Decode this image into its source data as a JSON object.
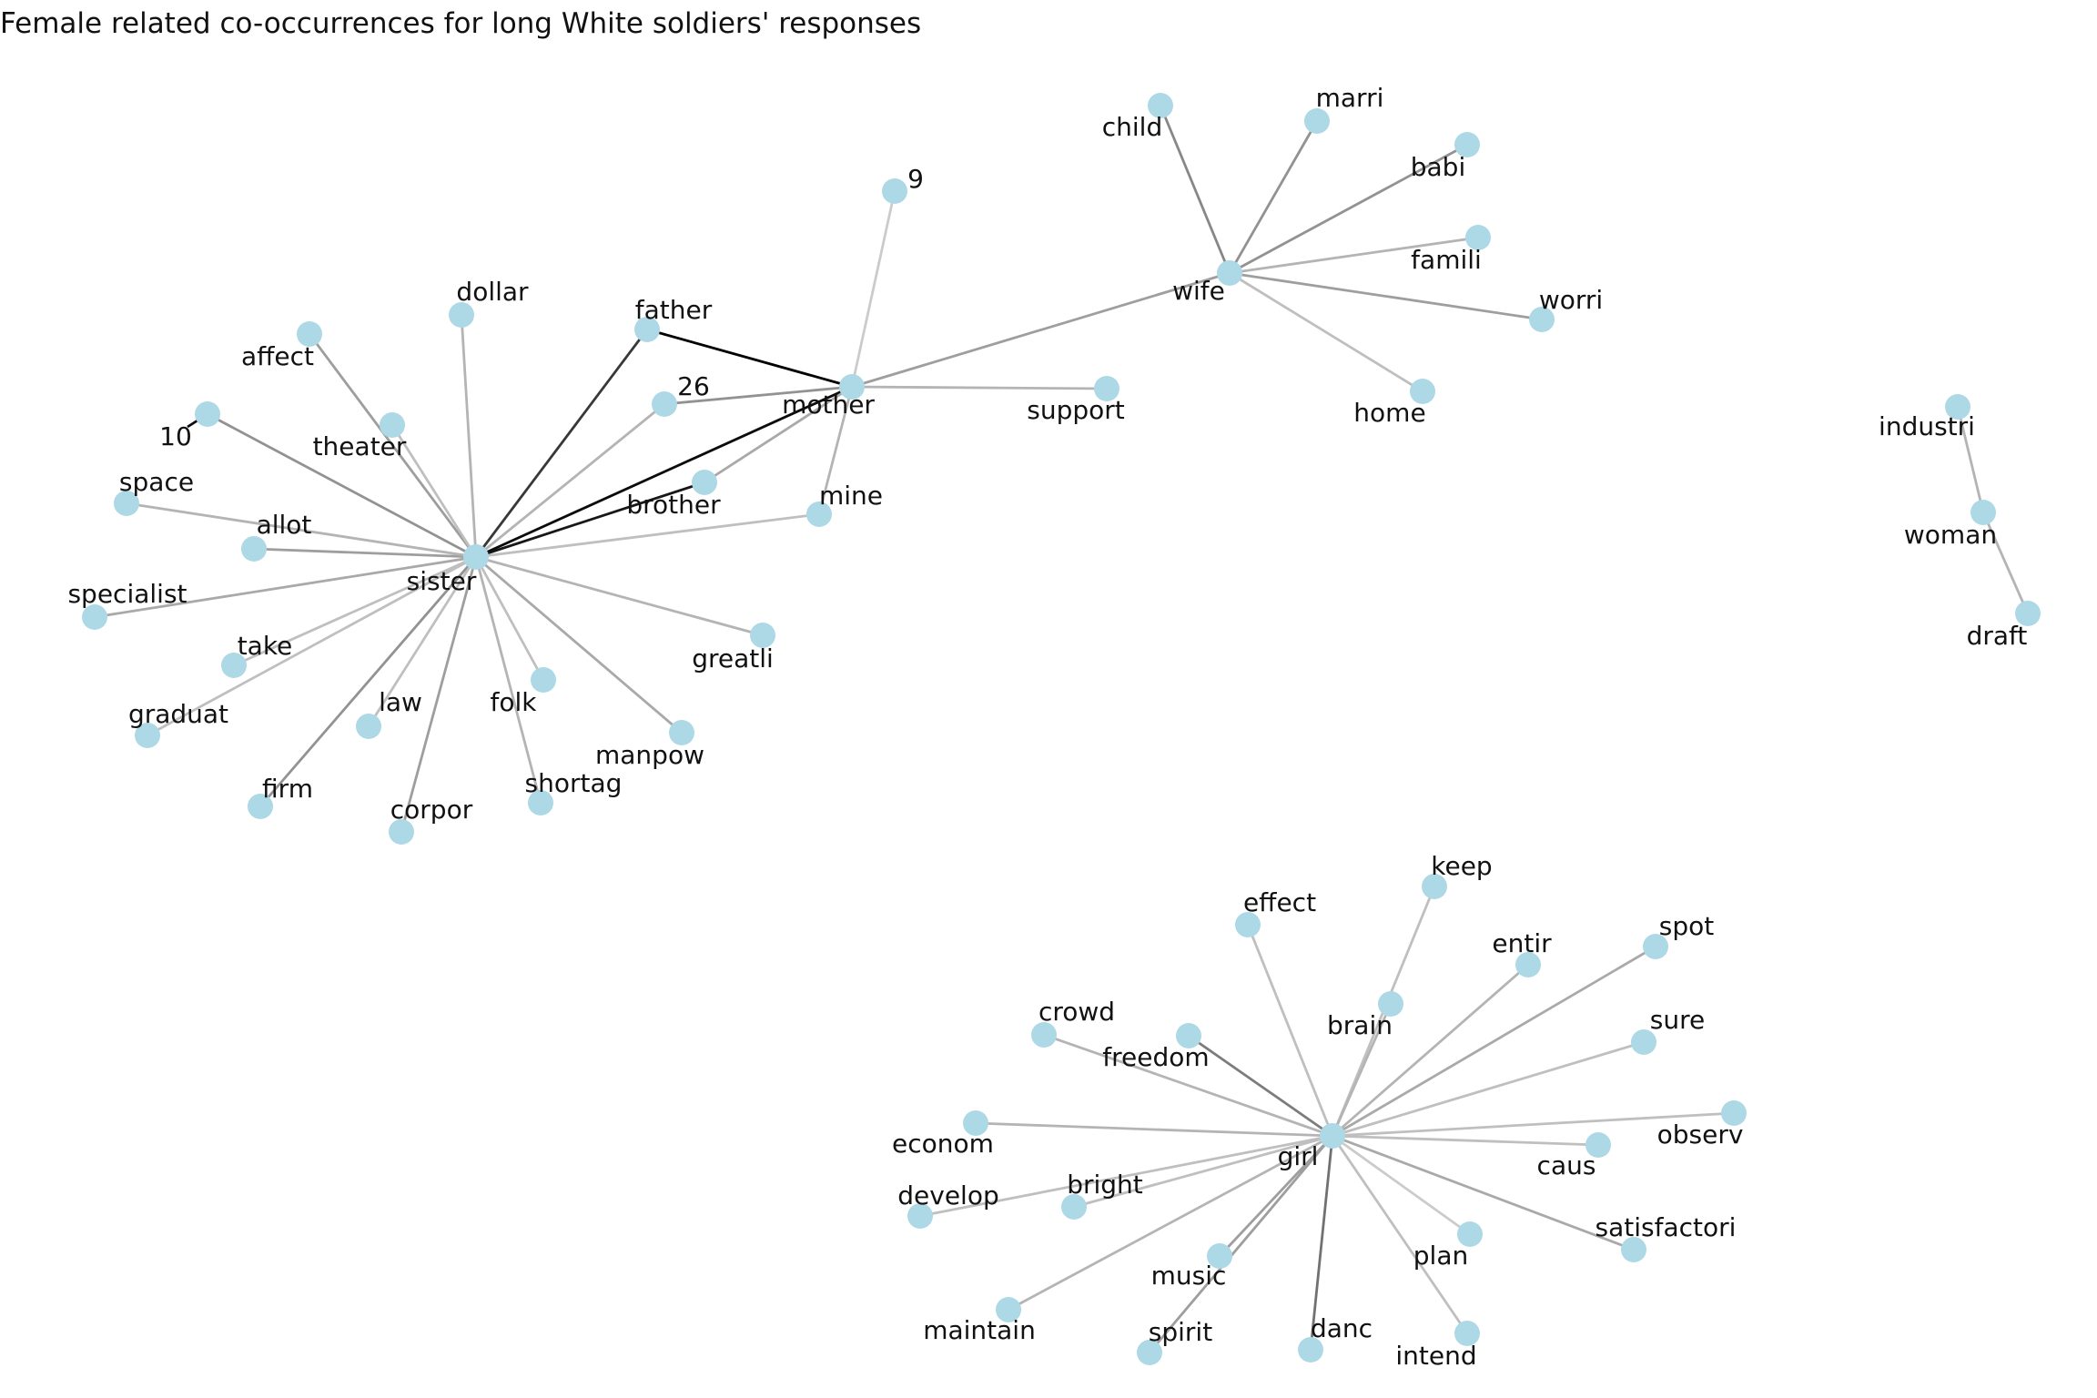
{
  "title": "Female related co-occurrences for long White soldiers' responses",
  "colors": {
    "node": "#add8e6",
    "text": "#111111",
    "background": "#ffffff"
  },
  "nodes": [
    {
      "id": "sister",
      "label": "sister"
    },
    {
      "id": "mother",
      "label": "mother"
    },
    {
      "id": "father",
      "label": "father"
    },
    {
      "id": "brother",
      "label": "brother"
    },
    {
      "id": "26",
      "label": "26"
    },
    {
      "id": "9",
      "label": "9"
    },
    {
      "id": "support",
      "label": "support"
    },
    {
      "id": "mine",
      "label": "mine"
    },
    {
      "id": "dollar",
      "label": "dollar"
    },
    {
      "id": "affect",
      "label": "affect"
    },
    {
      "id": "theater",
      "label": "theater"
    },
    {
      "id": "10",
      "label": "10"
    },
    {
      "id": "space",
      "label": "space"
    },
    {
      "id": "allot",
      "label": "allot"
    },
    {
      "id": "specialist",
      "label": "specialist"
    },
    {
      "id": "take",
      "label": "take"
    },
    {
      "id": "graduat",
      "label": "graduat"
    },
    {
      "id": "law",
      "label": "law"
    },
    {
      "id": "folk",
      "label": "folk"
    },
    {
      "id": "greatli",
      "label": "greatli"
    },
    {
      "id": "manpow",
      "label": "manpow"
    },
    {
      "id": "firm",
      "label": "firm"
    },
    {
      "id": "corpor",
      "label": "corpor"
    },
    {
      "id": "shortag",
      "label": "shortag"
    },
    {
      "id": "wife",
      "label": "wife"
    },
    {
      "id": "child",
      "label": "child"
    },
    {
      "id": "marri",
      "label": "marri"
    },
    {
      "id": "babi",
      "label": "babi"
    },
    {
      "id": "famili",
      "label": "famili"
    },
    {
      "id": "worri",
      "label": "worri"
    },
    {
      "id": "home",
      "label": "home"
    },
    {
      "id": "industri",
      "label": "industri"
    },
    {
      "id": "woman",
      "label": "woman"
    },
    {
      "id": "draft",
      "label": "draft"
    },
    {
      "id": "girl",
      "label": "girl"
    },
    {
      "id": "effect",
      "label": "effect"
    },
    {
      "id": "keep",
      "label": "keep"
    },
    {
      "id": "brain",
      "label": "brain"
    },
    {
      "id": "entir",
      "label": "entir"
    },
    {
      "id": "spot",
      "label": "spot"
    },
    {
      "id": "crowd",
      "label": "crowd"
    },
    {
      "id": "freedom",
      "label": "freedom"
    },
    {
      "id": "sure",
      "label": "sure"
    },
    {
      "id": "econom",
      "label": "econom"
    },
    {
      "id": "observ",
      "label": "observ"
    },
    {
      "id": "caus",
      "label": "caus"
    },
    {
      "id": "develop",
      "label": "develop"
    },
    {
      "id": "bright",
      "label": "bright"
    },
    {
      "id": "satisfactori",
      "label": "satisfactori"
    },
    {
      "id": "plan",
      "label": "plan"
    },
    {
      "id": "music",
      "label": "music"
    },
    {
      "id": "maintain",
      "label": "maintain"
    },
    {
      "id": "spirit",
      "label": "spirit"
    },
    {
      "id": "danc",
      "label": "danc"
    },
    {
      "id": "intend",
      "label": "intend"
    }
  ],
  "edges": [
    {
      "source": "father",
      "target": "mother",
      "weight": 1.0
    },
    {
      "source": "sister",
      "target": "mother",
      "weight": 0.95
    },
    {
      "source": "sister",
      "target": "brother",
      "weight": 0.9
    },
    {
      "source": "sister",
      "target": "father",
      "weight": 0.75
    },
    {
      "source": "sister",
      "target": "10",
      "weight": 0.35
    },
    {
      "source": "sister",
      "target": "firm",
      "weight": 0.35
    },
    {
      "source": "sister",
      "target": "affect",
      "weight": 0.3
    },
    {
      "source": "sister",
      "target": "corpor",
      "weight": 0.3
    },
    {
      "source": "sister",
      "target": "allot",
      "weight": 0.3
    },
    {
      "source": "sister",
      "target": "dollar",
      "weight": 0.2
    },
    {
      "source": "sister",
      "target": "theater",
      "weight": 0.15
    },
    {
      "source": "sister",
      "target": "space",
      "weight": 0.2
    },
    {
      "source": "sister",
      "target": "specialist",
      "weight": 0.25
    },
    {
      "source": "sister",
      "target": "take",
      "weight": 0.15
    },
    {
      "source": "sister",
      "target": "graduat",
      "weight": 0.15
    },
    {
      "source": "sister",
      "target": "law",
      "weight": 0.15
    },
    {
      "source": "sister",
      "target": "folk",
      "weight": 0.15
    },
    {
      "source": "sister",
      "target": "shortag",
      "weight": 0.2
    },
    {
      "source": "sister",
      "target": "manpow",
      "weight": 0.25
    },
    {
      "source": "sister",
      "target": "greatli",
      "weight": 0.2
    },
    {
      "source": "sister",
      "target": "mine",
      "weight": 0.15
    },
    {
      "source": "sister",
      "target": "26",
      "weight": 0.2
    },
    {
      "source": "mother",
      "target": "26",
      "weight": 0.35
    },
    {
      "source": "mother",
      "target": "brother",
      "weight": 0.25
    },
    {
      "source": "mother",
      "target": "mine",
      "weight": 0.2
    },
    {
      "source": "mother",
      "target": "9",
      "weight": 0.1
    },
    {
      "source": "mother",
      "target": "support",
      "weight": 0.2
    },
    {
      "source": "mother",
      "target": "wife",
      "weight": 0.3
    },
    {
      "source": "10",
      "target": "10",
      "weight": 0.95
    },
    {
      "source": "wife",
      "target": "child",
      "weight": 0.4
    },
    {
      "source": "wife",
      "target": "marri",
      "weight": 0.35
    },
    {
      "source": "wife",
      "target": "babi",
      "weight": 0.35
    },
    {
      "source": "wife",
      "target": "famili",
      "weight": 0.2
    },
    {
      "source": "wife",
      "target": "worri",
      "weight": 0.3
    },
    {
      "source": "wife",
      "target": "home",
      "weight": 0.15
    },
    {
      "source": "industri",
      "target": "woman",
      "weight": 0.2
    },
    {
      "source": "woman",
      "target": "draft",
      "weight": 0.2
    },
    {
      "source": "girl",
      "target": "effect",
      "weight": 0.15
    },
    {
      "source": "girl",
      "target": "keep",
      "weight": 0.15
    },
    {
      "source": "girl",
      "target": "brain",
      "weight": 0.2
    },
    {
      "source": "girl",
      "target": "entir",
      "weight": 0.2
    },
    {
      "source": "girl",
      "target": "spot",
      "weight": 0.25
    },
    {
      "source": "girl",
      "target": "crowd",
      "weight": 0.2
    },
    {
      "source": "girl",
      "target": "freedom",
      "weight": 0.45
    },
    {
      "source": "girl",
      "target": "sure",
      "weight": 0.15
    },
    {
      "source": "girl",
      "target": "econom",
      "weight": 0.2
    },
    {
      "source": "girl",
      "target": "observ",
      "weight": 0.15
    },
    {
      "source": "girl",
      "target": "caus",
      "weight": 0.15
    },
    {
      "source": "girl",
      "target": "develop",
      "weight": 0.15
    },
    {
      "source": "girl",
      "target": "bright",
      "weight": 0.15
    },
    {
      "source": "girl",
      "target": "satisfactori",
      "weight": 0.25
    },
    {
      "source": "girl",
      "target": "plan",
      "weight": 0.1
    },
    {
      "source": "girl",
      "target": "music",
      "weight": 0.3
    },
    {
      "source": "girl",
      "target": "maintain",
      "weight": 0.2
    },
    {
      "source": "girl",
      "target": "spirit",
      "weight": 0.3
    },
    {
      "source": "girl",
      "target": "danc",
      "weight": 0.5
    },
    {
      "source": "girl",
      "target": "intend",
      "weight": 0.15
    }
  ]
}
